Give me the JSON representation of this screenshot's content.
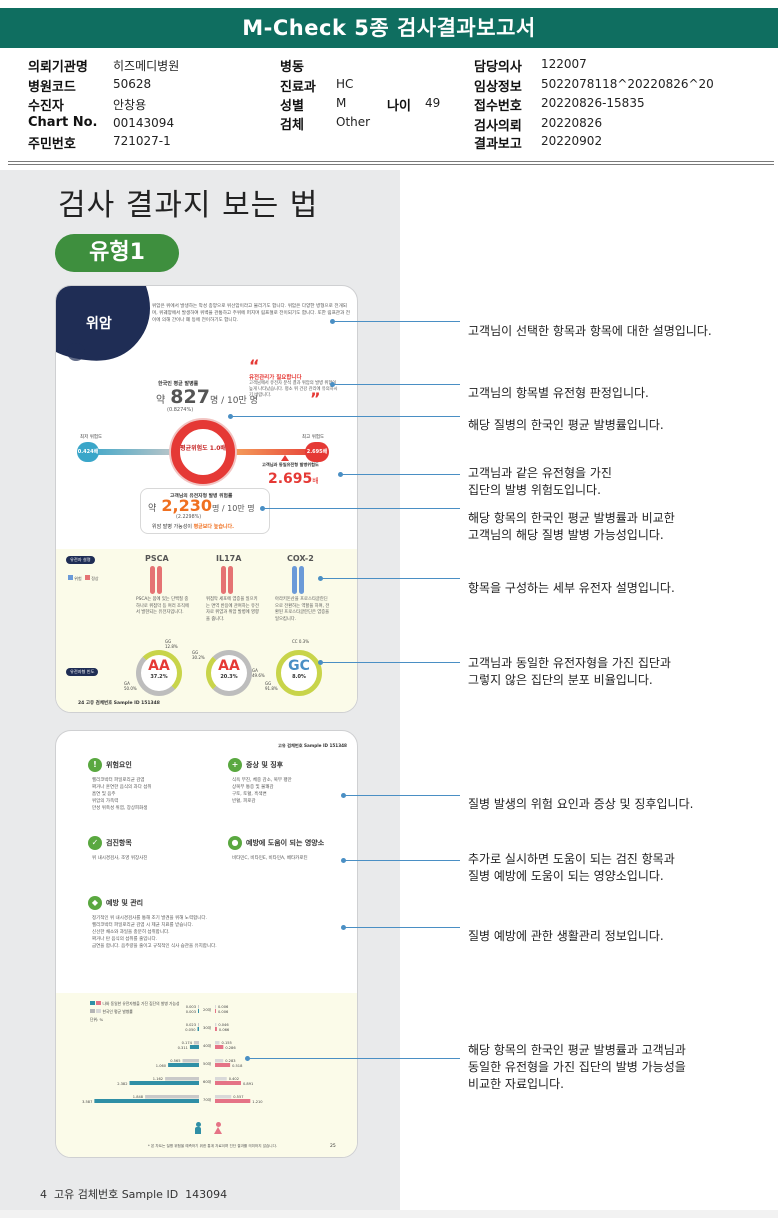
{
  "header": {
    "title": "M-Check 5종 검사결과보고서"
  },
  "info": {
    "hospital_label": "의뢰기관명",
    "hospital": "히즈메디병원",
    "code_label": "병원코드",
    "code": "50628",
    "patient_label": "수진자",
    "patient": "안창용",
    "chart_label": "Chart No.",
    "chart": "00143094",
    "id_label": "주민번호",
    "id": "721027-1",
    "ward_label": "병동",
    "ward": "",
    "dept_label": "진료과",
    "dept": "HC",
    "sex_label": "성별",
    "sex": "M",
    "age_label": "나이",
    "age": "49",
    "specimen_label": "검체",
    "specimen": "Other",
    "doctor_label": "담당의사",
    "doctor": "122007",
    "clinical_label": "임상정보",
    "clinical": "5022078118^20220826^20",
    "receipt_label": "접수번호",
    "receipt": "20220826-15835",
    "request_label": "검사의뢰",
    "request": "20220826",
    "report_label": "결과보고",
    "report": "20220902"
  },
  "guide": {
    "title": "검사 결과지 보는 법",
    "type_label": "유형1",
    "footer": "4  고유 검체번호 Sample ID  143094"
  },
  "card1": {
    "disease": "위암",
    "desc": "위암은 위에서 발생하는 악성 종양으로 위선암이라고 불리기도 합니다. 위암은 다양한 병형으로 전개되며, 위궤양에서 발생하여 위벽을 관통하고 주위에 퍼지며 림프절로 전이되기도 합니다. 또한 림프관과 전이에 의해 간이나 폐 등에 전이하기도 합니다.",
    "quote_title": "유전관리가 필요합니다",
    "quote_text": "고객님께서 유전자 분석 결과 위암의 발병 위험이 높게 나타났습니다. 평소 위 건강 관리에 유의하시기 바랍니다.",
    "avg_label": "한국인 평균 발병률",
    "avg_prefix": "약",
    "avg_value": "827",
    "avg_unit": "명 / 10만 명",
    "avg_pct": "(0.8274%)",
    "min_label": "최저 위험도",
    "min_value": "0.424배",
    "max_label": "최고 위험도",
    "max_value": "2.695배",
    "center_text": "평균위험도 1.0배",
    "my_risk_label": "고객님과 동일유전형 발병위험도",
    "my_risk": "2.695",
    "my_risk_unit": "배",
    "group_label": "고객님의 유전자형 발병 위험률",
    "group_prefix": "약",
    "group_value": "2,230",
    "group_unit": "명 / 10만 명",
    "group_pct": "(2.2298%)",
    "compare_prefix": "위암 발병 가능성이",
    "compare_emph": "평균보다 높습니다.",
    "gene_tag": "유전자 설명",
    "legend_a": "위험",
    "legend_b": "정상",
    "freq_tag": "유전자형 빈도",
    "genes": [
      {
        "name": "PSCA",
        "desc": "PSCA는 몸에 있는 단백질 중 하나로 위점막 등 여러 조직에서 발현되는 유전자입니다."
      },
      {
        "name": "IL17A",
        "desc": "위점막 세포에 염증을 일으키는 면역 반응에 관여하는 유전자로 위염과 위암 발병에 영향을 줍니다."
      },
      {
        "name": "COX-2",
        "desc": "아라키돈산을 프로스타글란딘으로 전환하는 역할을 하며, 전환된 프로스타글란딘은 염증을 일으킵니다."
      }
    ],
    "donuts": [
      {
        "geno": "AA",
        "pct": "37.2%",
        "top": "GG 12.8%",
        "left": "GA 50.0%"
      },
      {
        "geno": "AA",
        "pct": "20.3%",
        "top": "GG 30.2%",
        "left": "",
        "right": "GA 49.6%"
      },
      {
        "geno": "GC",
        "pct": "8.0%",
        "top": "CC 0.3%",
        "left": "GG 91.8%"
      }
    ],
    "page_no": "24  고유 검체번호 Sample ID  151348"
  },
  "card2": {
    "header": "고유 검체번호 Sample ID  151348",
    "risk_title": "위험요인",
    "risk_items": [
      "헬리코박터 파일로리균 감염",
      "짜거나 훈연한 음식의 과다 섭취",
      "흡연 및 음주",
      "위암의 가족력",
      "만성 위축성 위염, 장상피화생"
    ],
    "symptom_title": "증상 및 징후",
    "symptom_items": [
      "식욕 부진, 체중 감소, 복부 팽만",
      "상복부 통증 및 불쾌감",
      "구토, 토혈, 흑색변",
      "빈혈, 피로감"
    ],
    "checkup_title": "검진항목",
    "checkup_items": "위 내시경검사, 조영 위장사진",
    "nutrient_title": "예방에 도움이 되는 영양소",
    "nutrient_items": "비타민C, 비타민E, 비타민A, 베타카로틴",
    "prevent_title": "예방 및 관리",
    "prevent_items": [
      "정기적인 위 내시경검사를 통해 조기 발견을 위해 노력합니다.",
      "헬리코박터 파일로리균 감염 시 제균 치료를 받습니다.",
      "신선한 채소와 과일을 충분히 섭취합니다.",
      "짜거나 탄 음식의 섭취를 줄입니다.",
      "금연을 합니다. 음주량을 줄이고 규칙적인 식사 습관을 유지합니다."
    ],
    "legend_a": "나와 동일한 유전자형을 가진 집단의 발병 가능성",
    "legend_b": "한국인 평균 발병률",
    "unit": "단위: %",
    "bars": [
      {
        "age": "20대",
        "left_a": "0.003",
        "left_b": "0.003",
        "right_a": "0.006",
        "right_b": "0.006"
      },
      {
        "age": "30대",
        "left_a": "0.023",
        "left_b": "0.050",
        "right_a": "0.046",
        "right_b": "0.066"
      },
      {
        "age": "40대",
        "left_a": "0.174",
        "left_b": "0.311",
        "right_a": "0.155",
        "right_b": "0.286"
      },
      {
        "age": "50대",
        "left_a": "0.565",
        "left_b": "1.060",
        "right_a": "0.283",
        "right_b": "0.518"
      },
      {
        "age": "60대",
        "left_a": "1.162",
        "left_b": "2.382",
        "right_a": "0.402",
        "right_b": "0.891"
      },
      {
        "age": "70대",
        "left_a": "1.848",
        "left_b": "3.587",
        "right_a": "0.557",
        "right_b": "1.210"
      }
    ],
    "footnote": "* 본 차트는 질병 위험을 예측하기 위한 통계 자료이며 진단 결과를 의미하지 않습니다.",
    "page_no": "25"
  },
  "annotations": [
    "고객님이 선택한 항목과 항목에 대한 설명입니다.",
    "고객님의 항목별 유전형 판정입니다.",
    "해당 질병의 한국인 평균 발병률입니다.",
    "고객님과 같은 유전형을 가진\n집단의 발병 위험도입니다.",
    "해당 항목의 한국인 평균 발병률과 비교한\n고객님의 해당 질병 발병 가능성입니다.",
    "항목을 구성하는 세부 유전자 설명입니다.",
    "고객님과 동일한 유전자형을 가진 집단과\n그렇지 않은 집단의 분포 비율입니다.",
    "질병 발생의 위험 요인과 증상 및 징후입니다.",
    "추가로 실시하면 도움이 되는 검진 항목과\n질병 예방에 도움이 되는 영양소입니다.",
    "질병 예방에 관한 생활관리 정보입니다.",
    "해당 항목의 한국인 평균 발병률과 고객님과\n동일한 유전형을 가진 집단의 발병 가능성을\n비교한 자료입니다."
  ],
  "colors": {
    "header": "#0f6e60",
    "pill": "#3e8f3e",
    "navy": "#1f2d55",
    "red": "#e53935",
    "orange": "#f07020",
    "leader": "#4a8fc4"
  }
}
